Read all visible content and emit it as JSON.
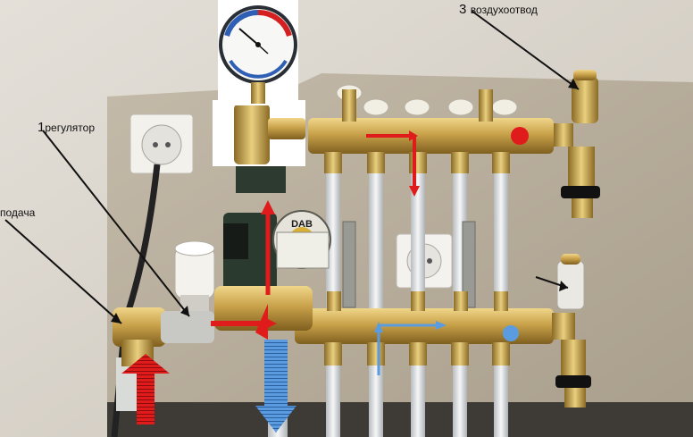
{
  "labels": {
    "air_vent": {
      "number": "3",
      "text": "воздухоотвод"
    },
    "regulator": {
      "number": "1",
      "text": "регулятор"
    },
    "supply": {
      "text": "подача"
    }
  },
  "pump": {
    "brand": "DAB"
  },
  "colors": {
    "hot_arrow": "#e01b1b",
    "cold_arrow": "#5b9be0",
    "wall": "#d4cec4",
    "plaster": "#b9ae9f",
    "brass": "#c9a24a",
    "pipe": "#e6e8ea",
    "pump_body": "#2b3a2e"
  },
  "icons": {
    "gauge": "thermomanometer-icon",
    "socket": "power-socket-icon",
    "hot_marker": "red-dot-icon",
    "cold_marker": "blue-dot-icon"
  }
}
